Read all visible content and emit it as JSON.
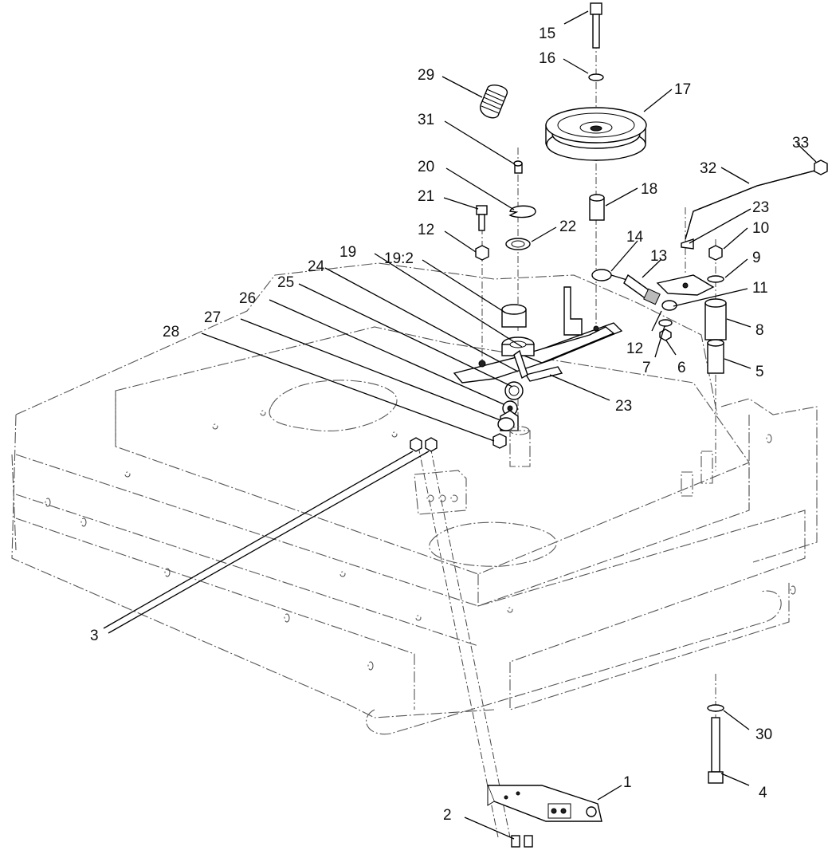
{
  "callouts": [
    {
      "id": "c15",
      "label": "15"
    },
    {
      "id": "c16",
      "label": "16"
    },
    {
      "id": "c17",
      "label": "17"
    },
    {
      "id": "c29",
      "label": "29"
    },
    {
      "id": "c31",
      "label": "31"
    },
    {
      "id": "c33",
      "label": "33"
    },
    {
      "id": "c32",
      "label": "32"
    },
    {
      "id": "c20",
      "label": "20"
    },
    {
      "id": "c18",
      "label": "18"
    },
    {
      "id": "c21",
      "label": "21"
    },
    {
      "id": "c23a",
      "label": "23"
    },
    {
      "id": "c22",
      "label": "22"
    },
    {
      "id": "c10",
      "label": "10"
    },
    {
      "id": "c12a",
      "label": "12"
    },
    {
      "id": "c14",
      "label": "14"
    },
    {
      "id": "c13",
      "label": "13"
    },
    {
      "id": "c9",
      "label": "9"
    },
    {
      "id": "c19",
      "label": "19"
    },
    {
      "id": "c192",
      "label": "19:2"
    },
    {
      "id": "c24",
      "label": "24"
    },
    {
      "id": "c11",
      "label": "11"
    },
    {
      "id": "c25",
      "label": "25"
    },
    {
      "id": "c26",
      "label": "26"
    },
    {
      "id": "c27",
      "label": "27"
    },
    {
      "id": "c12b",
      "label": "12"
    },
    {
      "id": "c8",
      "label": "8"
    },
    {
      "id": "c28",
      "label": "28"
    },
    {
      "id": "c7",
      "label": "7"
    },
    {
      "id": "c6",
      "label": "6"
    },
    {
      "id": "c5",
      "label": "5"
    },
    {
      "id": "c23b",
      "label": "23"
    },
    {
      "id": "c3",
      "label": "3"
    },
    {
      "id": "c30",
      "label": "30"
    },
    {
      "id": "c4",
      "label": "4"
    },
    {
      "id": "c1",
      "label": "1"
    },
    {
      "id": "c2",
      "label": "2"
    }
  ]
}
